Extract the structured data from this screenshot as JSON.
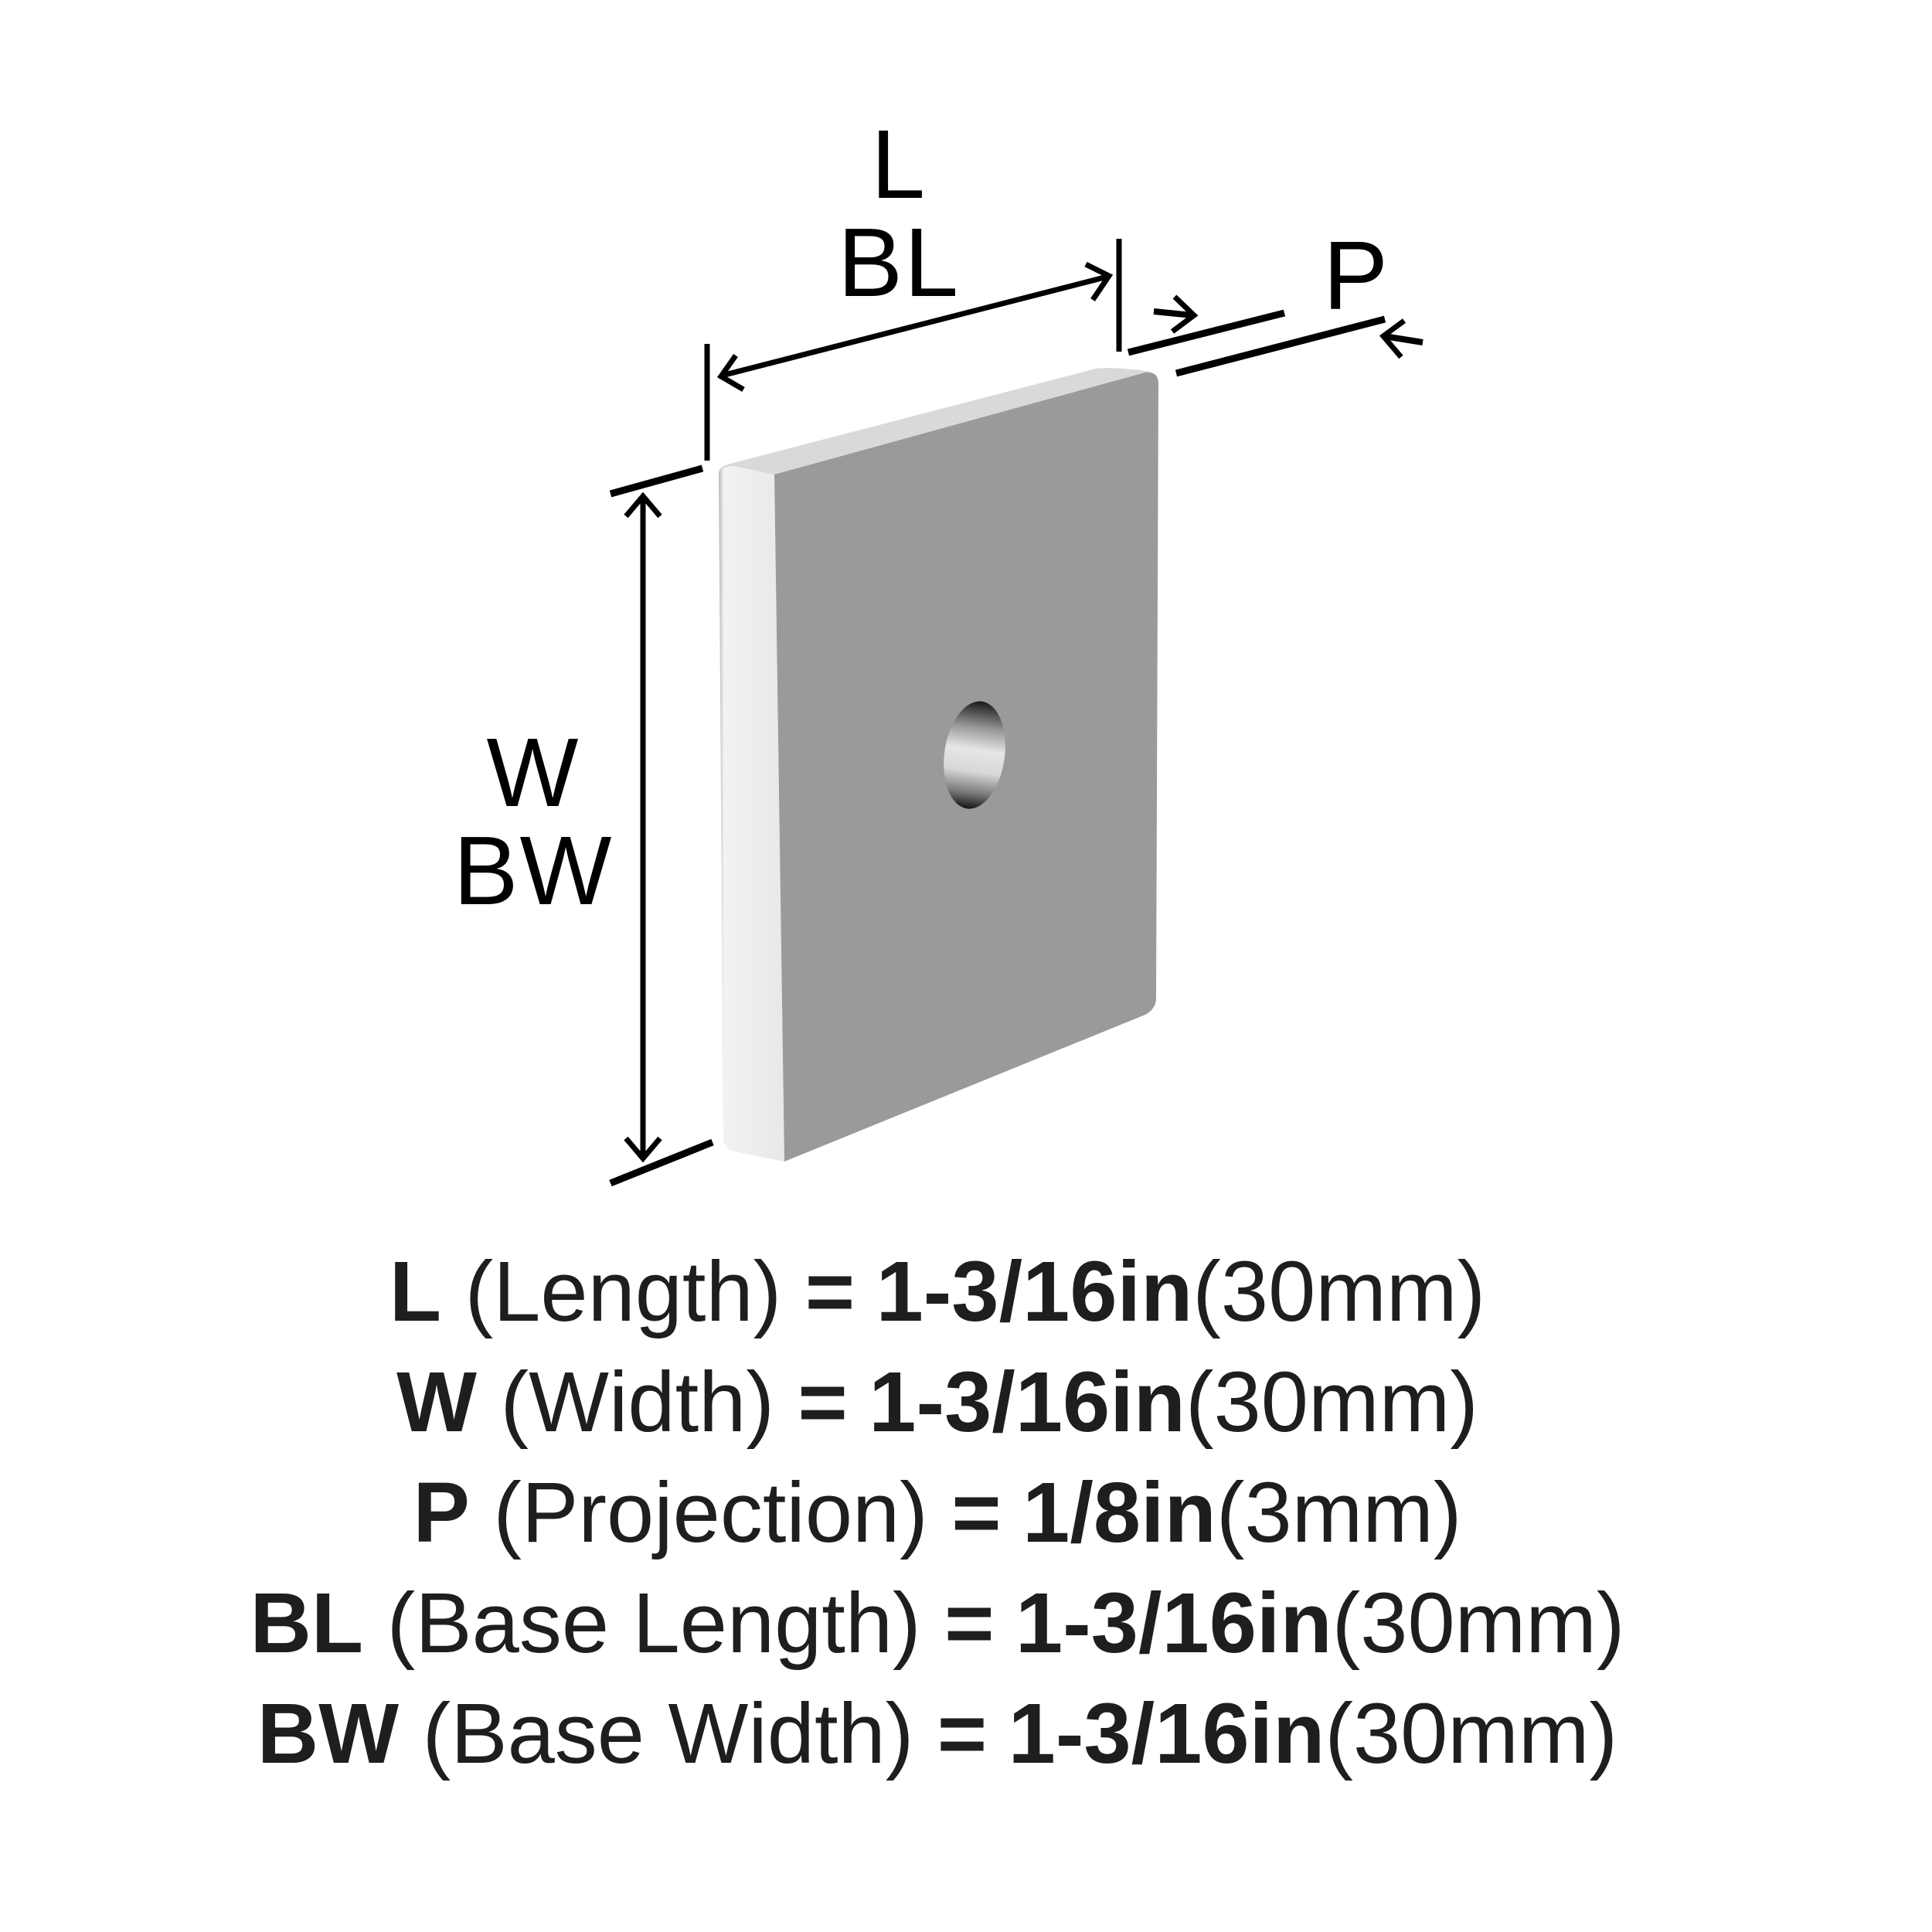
{
  "diagram": {
    "title_labels": {
      "length_labels": [
        "L",
        "BL"
      ],
      "width_labels": [
        "W",
        "BW"
      ],
      "projection_label": "P"
    },
    "colors": {
      "face": "#9a9a9a",
      "edge": "#ebebeb",
      "edge_outline": "#b4b4b4",
      "top_edge": "#d9d9d9",
      "lines": "#000000",
      "text": "#1e1e1e"
    },
    "object": "square backplate with center hole"
  },
  "specs": [
    {
      "code": "L",
      "name": "(Length)",
      "eq": "=",
      "imperial": "1-3/16in",
      "metric": "(30mm)"
    },
    {
      "code": "W",
      "name": "(Width)",
      "eq": "=",
      "imperial": "1-3/16in",
      "metric": "(30mm)"
    },
    {
      "code": "P",
      "name": "(Projection)",
      "eq": "=",
      "imperial": "1/8in",
      "metric": "(3mm)"
    },
    {
      "code": "BL",
      "name": "(Base Length)",
      "eq": "=",
      "imperial": "1-3/16in",
      "metric": "(30mm)"
    },
    {
      "code": "BW",
      "name": "(Base Width)",
      "eq": "=",
      "imperial": "1-3/16in",
      "metric": "(30mm)"
    }
  ]
}
